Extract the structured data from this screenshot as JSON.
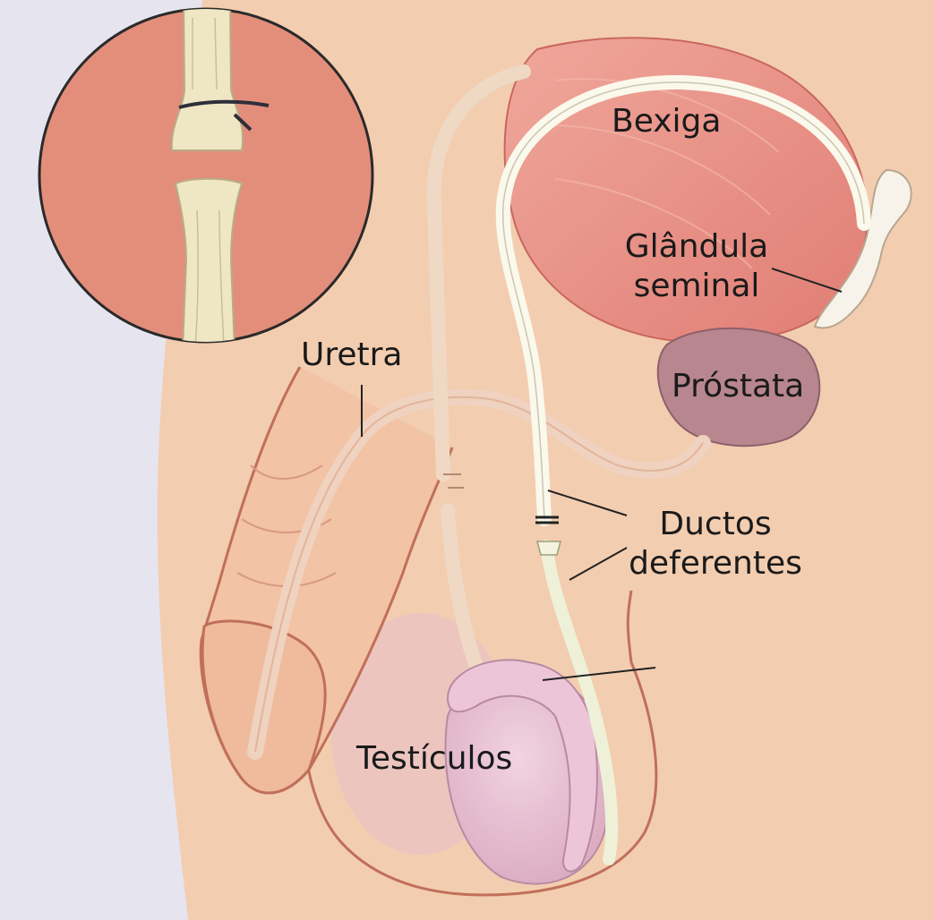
{
  "labels": {
    "bladder": "Bexiga",
    "seminal_line1": "Glândula",
    "seminal_line2": "seminal",
    "urethra": "Uretra",
    "prostate": "Próstata",
    "ducts_line1": "Ductos",
    "ducts_line2": "deferentes",
    "testicles": "Testículos"
  },
  "colors": {
    "background": "#e6e4ee",
    "skin": "#f3cdb0",
    "skin_outline": "#c06f5a",
    "bladder": "#ea9488",
    "prostate": "#b8868f",
    "testicle": "#e7c1d3",
    "duct": "#f6f1de",
    "inset_background": "#e38e7b"
  }
}
